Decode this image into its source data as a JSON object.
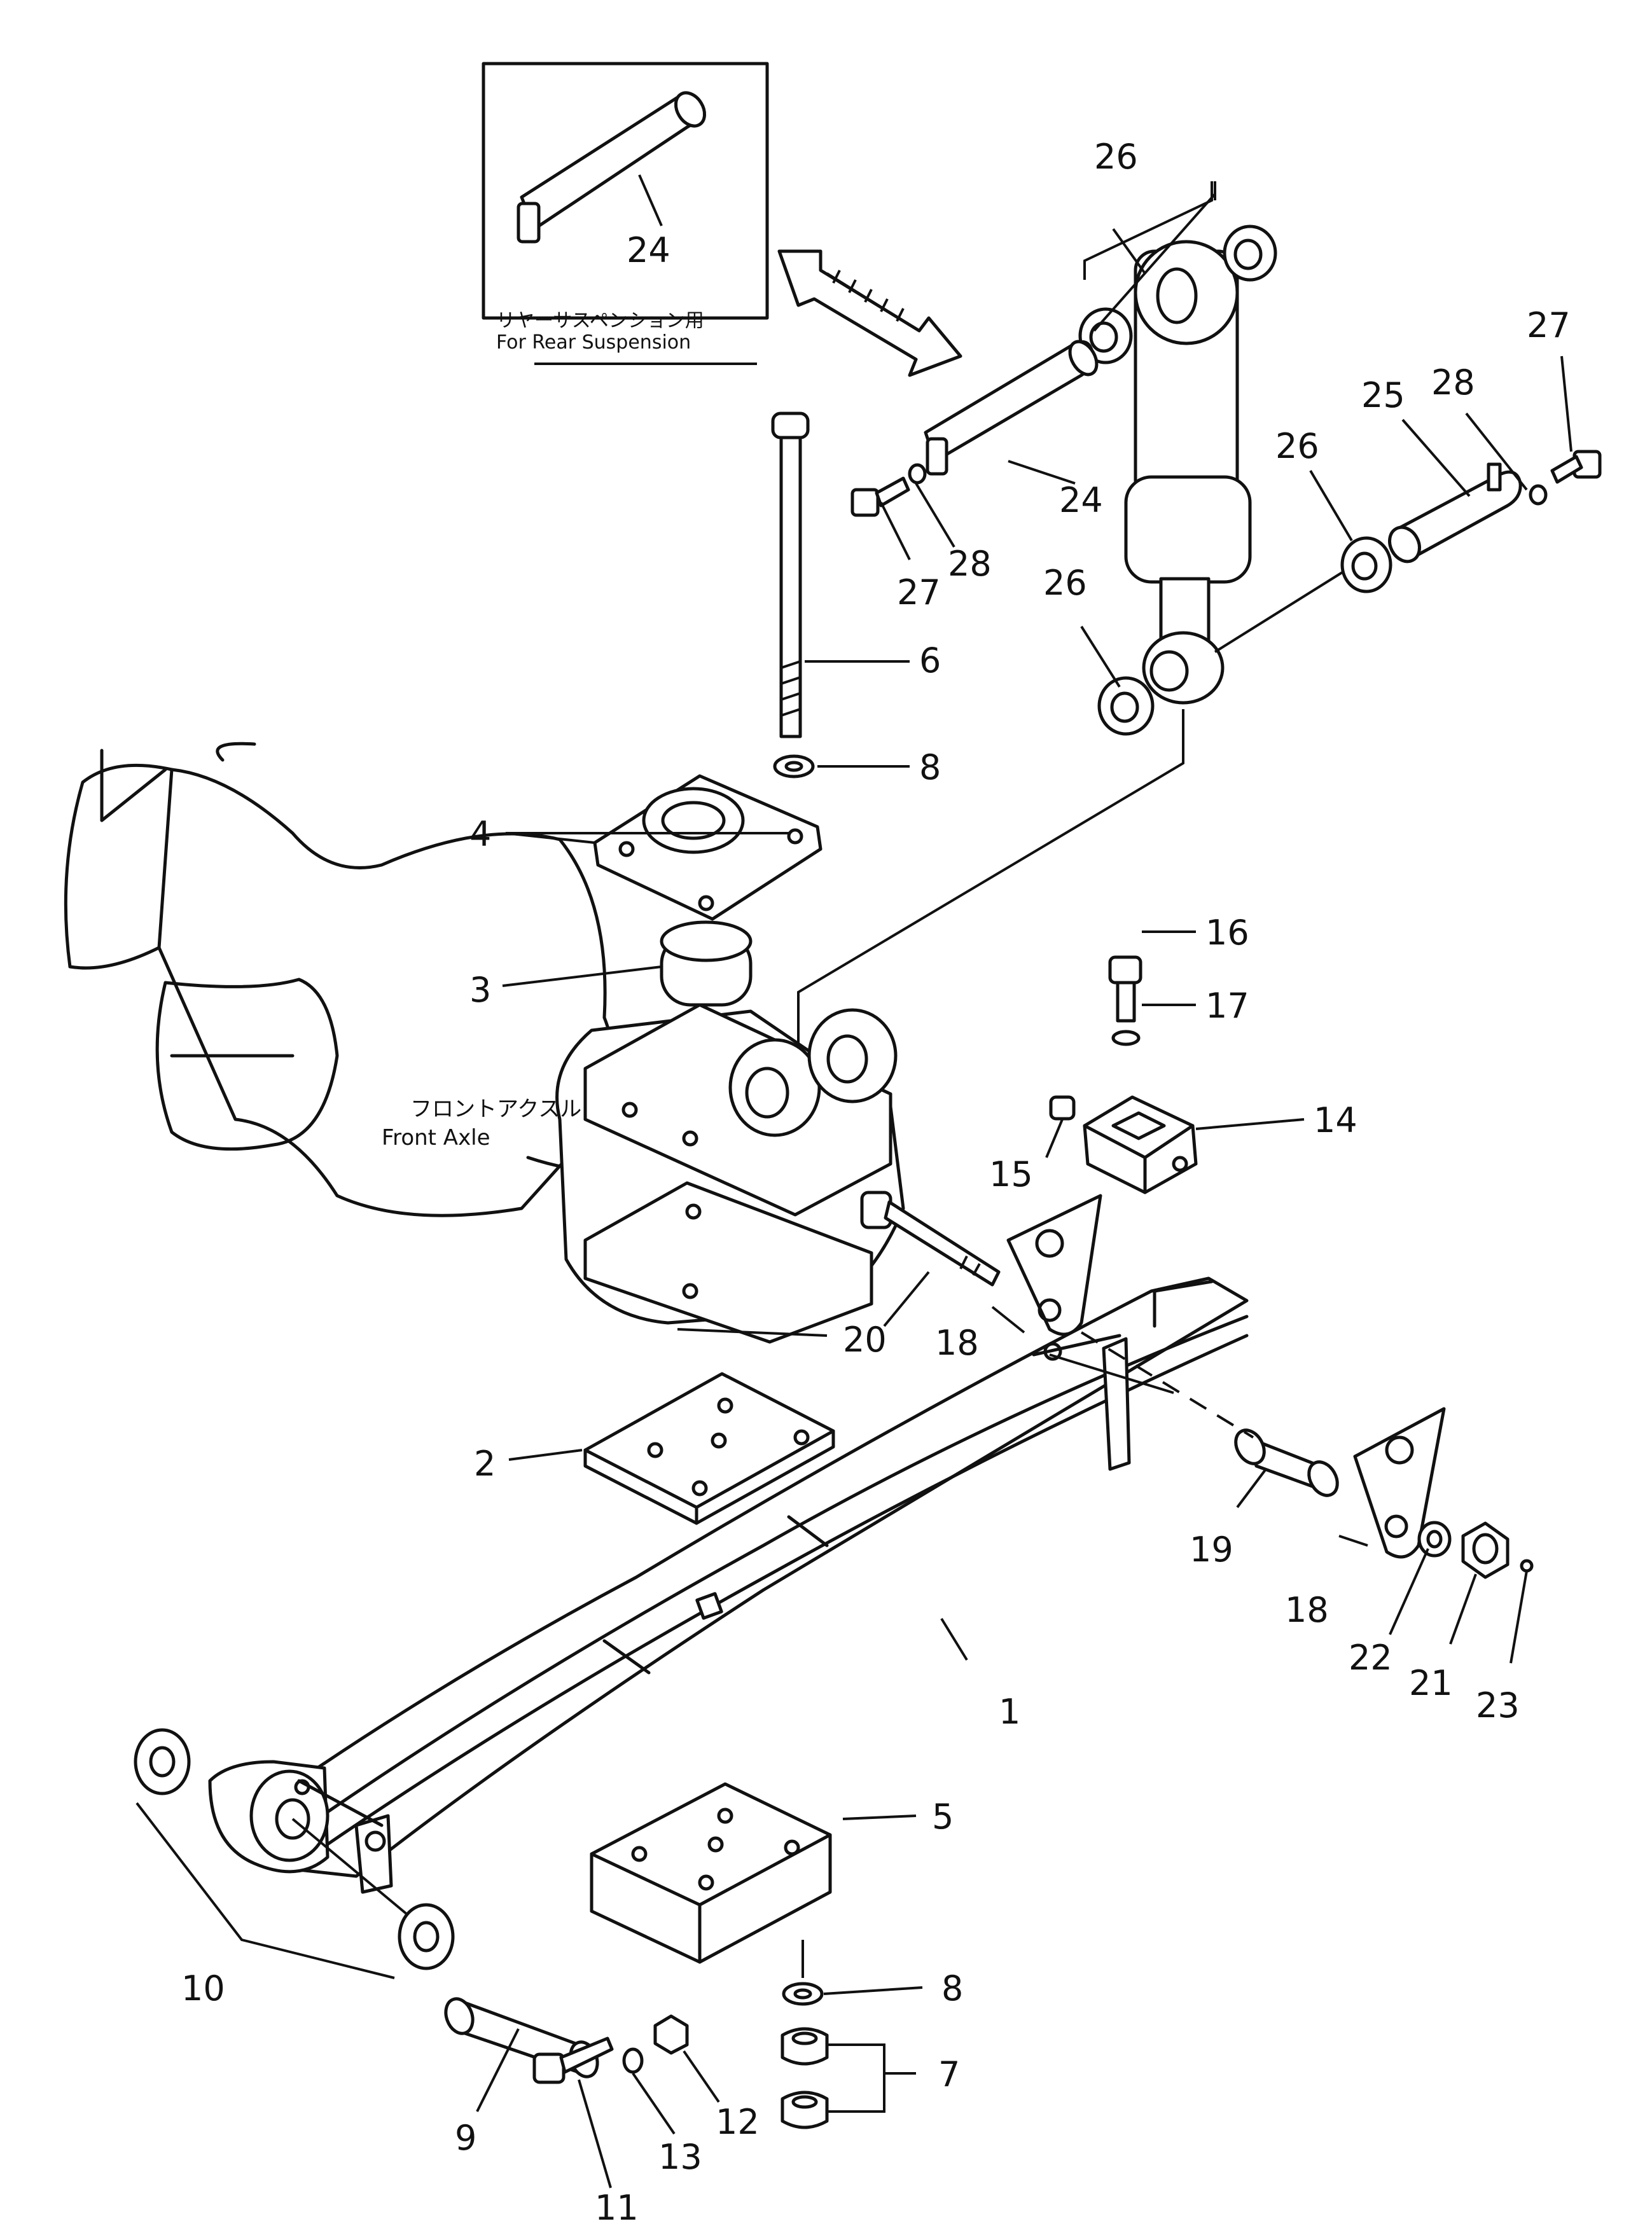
{
  "inset": {
    "part_number": "24",
    "caption_jp": "リヤーサスペンション用",
    "caption_en": "For Rear Suspension"
  },
  "axle": {
    "label_jp": "フロントアクスル",
    "label_en": "Front Axle"
  },
  "callouts": [
    {
      "id": "c26a",
      "label": "26"
    },
    {
      "id": "c27a",
      "label": "27"
    },
    {
      "id": "c28a",
      "label": "28"
    },
    {
      "id": "c25",
      "label": "25"
    },
    {
      "id": "c26b",
      "label": "26"
    },
    {
      "id": "c24",
      "label": "24"
    },
    {
      "id": "c27b",
      "label": "27"
    },
    {
      "id": "c28b",
      "label": "28"
    },
    {
      "id": "c26c",
      "label": "26"
    },
    {
      "id": "c6",
      "label": "6"
    },
    {
      "id": "c8a",
      "label": "8"
    },
    {
      "id": "c4",
      "label": "4"
    },
    {
      "id": "c3",
      "label": "3"
    },
    {
      "id": "c16",
      "label": "16"
    },
    {
      "id": "c17",
      "label": "17"
    },
    {
      "id": "c14",
      "label": "14"
    },
    {
      "id": "c15",
      "label": "15"
    },
    {
      "id": "c20",
      "label": "20"
    },
    {
      "id": "c18a",
      "label": "18"
    },
    {
      "id": "c2",
      "label": "2"
    },
    {
      "id": "c19",
      "label": "19"
    },
    {
      "id": "c18b",
      "label": "18"
    },
    {
      "id": "c22",
      "label": "22"
    },
    {
      "id": "c21",
      "label": "21"
    },
    {
      "id": "c23",
      "label": "23"
    },
    {
      "id": "c1",
      "label": "1"
    },
    {
      "id": "c5",
      "label": "5"
    },
    {
      "id": "c8b",
      "label": "8"
    },
    {
      "id": "c7",
      "label": "7"
    },
    {
      "id": "c10",
      "label": "10"
    },
    {
      "id": "c9",
      "label": "9"
    },
    {
      "id": "c12",
      "label": "12"
    },
    {
      "id": "c13",
      "label": "13"
    },
    {
      "id": "c11",
      "label": "11"
    }
  ]
}
